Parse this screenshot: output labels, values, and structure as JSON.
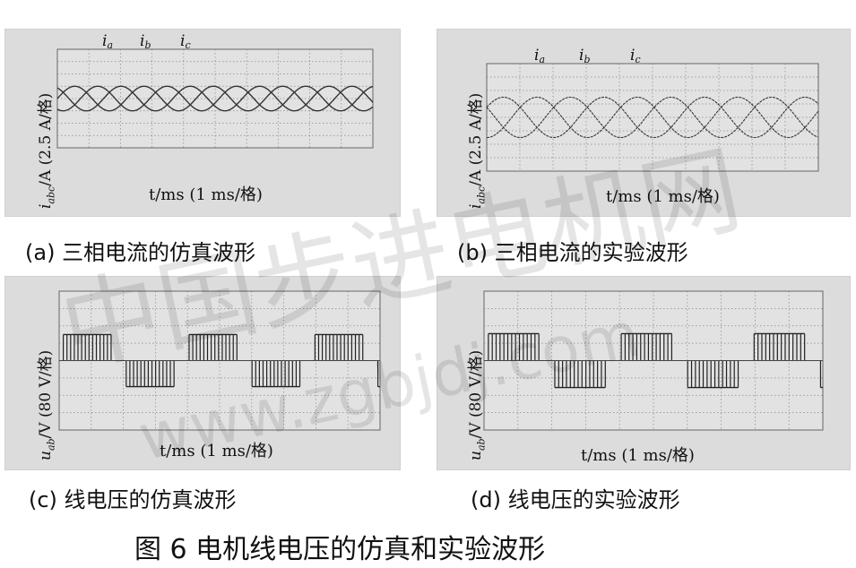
{
  "figure_caption": "图 6   电机线电压的仿真和实验波形",
  "watermark": {
    "text1": "中国步进电机网",
    "text2": "www.zgbjdj.com"
  },
  "panels": [
    {
      "caption": "(a) 三相电流的仿真波形",
      "xlabel": "t/ms (1 ms/格)",
      "ylabel": "i",
      "ylabel_sub": "abc",
      "ylabel_rest": "/A (2.5 A/格)"
    },
    {
      "caption": "(b) 三相电流的实验波形",
      "xlabel": "t/ms (1 ms/格)",
      "ylabel": "i",
      "ylabel_sub": "abc",
      "ylabel_rest": "/A (2.5 A/格)"
    },
    {
      "caption": "(c) 线电压的仿真波形",
      "xlabel": "t/ms (1 ms/格)",
      "ylabel": "u",
      "ylabel_sub": "ab",
      "ylabel_rest": "/V (80 V/格)"
    },
    {
      "caption": "(d) 线电压的实验波形",
      "xlabel": "t/ms (1 ms/格)",
      "ylabel": "u",
      "ylabel_sub": "ab",
      "ylabel_rest": "/V (80 V/格)"
    }
  ],
  "chart_data": [
    {
      "type": "line",
      "title": "(a) 三相电流的仿真波形",
      "xlabel": "t/ms (1 ms/格)",
      "ylabel": "iabc/A (2.5 A/格)",
      "grid": true,
      "xlim": [
        0,
        10
      ],
      "ylim": [
        -4,
        4
      ],
      "series": [
        {
          "name": "ia",
          "amplitude_div": 1,
          "cycles": 4.55,
          "phase_deg": 0
        },
        {
          "name": "ib",
          "amplitude_div": 1,
          "cycles": 4.55,
          "phase_deg": -120
        },
        {
          "name": "ic",
          "amplitude_div": 1,
          "cycles": 4.55,
          "phase_deg": 120
        }
      ]
    },
    {
      "type": "line",
      "title": "(b) 三相电流的实验波形",
      "xlabel": "t/ms (1 ms/格)",
      "ylabel": "iabc/A (2.5 A/格)",
      "grid": true,
      "xlim": [
        0,
        10
      ],
      "ylim": [
        -4,
        4
      ],
      "series": [
        {
          "name": "ia",
          "amplitude_div": 1.5,
          "cycles": 3.3,
          "phase_deg": 30
        },
        {
          "name": "ib",
          "amplitude_div": 1.5,
          "cycles": 3.3,
          "phase_deg": -90
        },
        {
          "name": "ic",
          "amplitude_div": 1.5,
          "cycles": 3.3,
          "phase_deg": 150
        }
      ]
    },
    {
      "type": "line",
      "title": "(c) 线电压的仿真波形",
      "xlabel": "t/ms (1 ms/格)",
      "ylabel": "uab/V (80 V/格)",
      "grid": true,
      "xlim": [
        0,
        10
      ],
      "ylim": [
        -4,
        4
      ],
      "series": [
        {
          "name": "uab",
          "pulse_level_div": 1.5,
          "cycles": 2.55
        }
      ]
    },
    {
      "type": "line",
      "title": "(d) 线电压的实验波形",
      "xlabel": "t/ms (1 ms/格)",
      "ylabel": "uab/V (80 V/格)",
      "grid": true,
      "xlim": [
        0,
        10
      ],
      "ylim": [
        -4,
        4
      ],
      "series": [
        {
          "name": "uab",
          "pulse_level_div": 1.55,
          "cycles": 2.55
        }
      ]
    }
  ]
}
